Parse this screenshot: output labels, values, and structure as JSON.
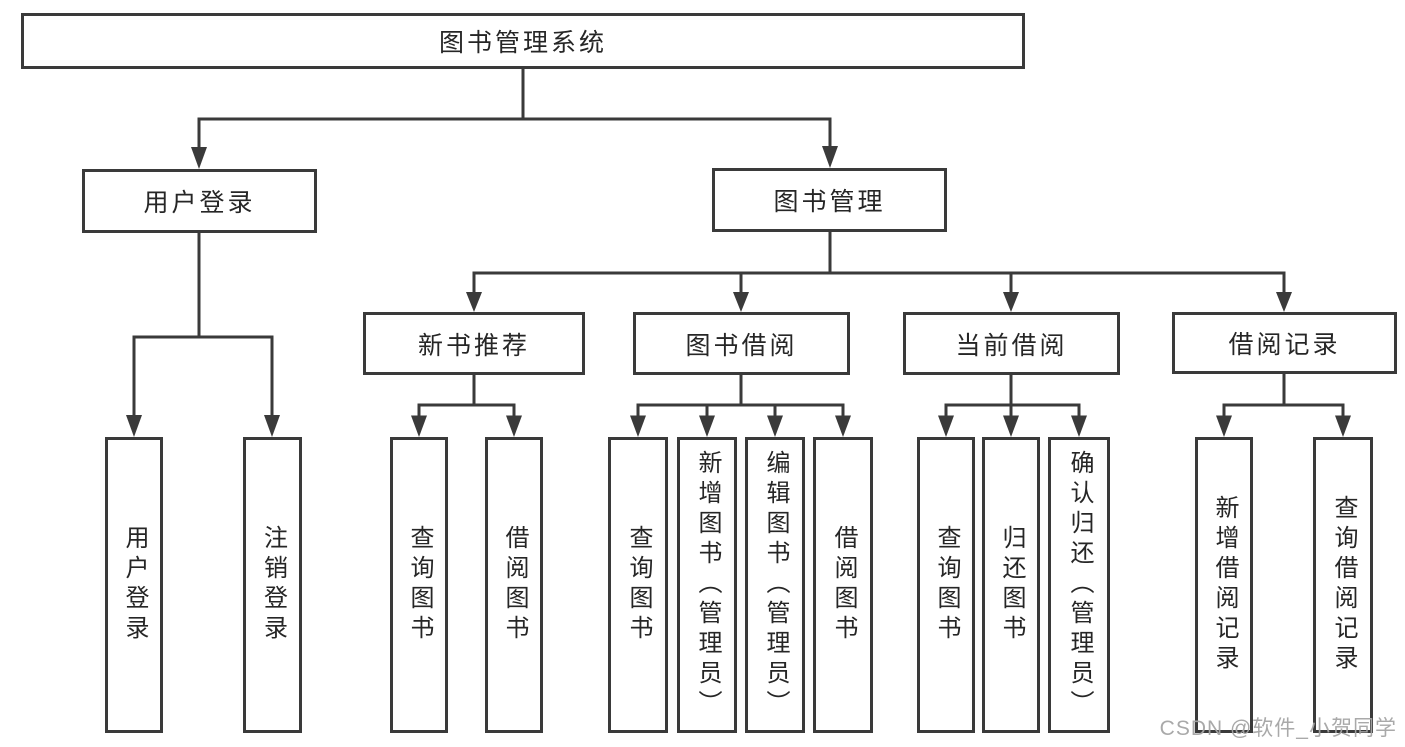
{
  "diagram": {
    "root": {
      "label": "图书管理系统"
    },
    "branches": [
      {
        "label": "用户登录",
        "children": [
          {
            "label": "用户登录"
          },
          {
            "label": "注销登录"
          }
        ]
      },
      {
        "label": "图书管理",
        "children": [
          {
            "label": "新书推荐",
            "children": [
              {
                "label": "查询图书"
              },
              {
                "label": "借阅图书"
              }
            ]
          },
          {
            "label": "图书借阅",
            "children": [
              {
                "label": "查询图书"
              },
              {
                "label": "新增图书（管理员）"
              },
              {
                "label": "编辑图书（管理员）"
              },
              {
                "label": "借阅图书"
              }
            ]
          },
          {
            "label": "当前借阅",
            "children": [
              {
                "label": "查询图书"
              },
              {
                "label": "归还图书"
              },
              {
                "label": "确认归还（管理员）"
              }
            ]
          },
          {
            "label": "借阅记录",
            "children": [
              {
                "label": "新增借阅记录"
              },
              {
                "label": "查询借阅记录"
              }
            ]
          }
        ]
      }
    ]
  },
  "watermark": {
    "text": "CSDN @软件_小贺同学"
  },
  "colors": {
    "line": "#3a3a3a",
    "text": "#262626",
    "watermark": "#a4a4a4",
    "background": "#ffffff"
  }
}
